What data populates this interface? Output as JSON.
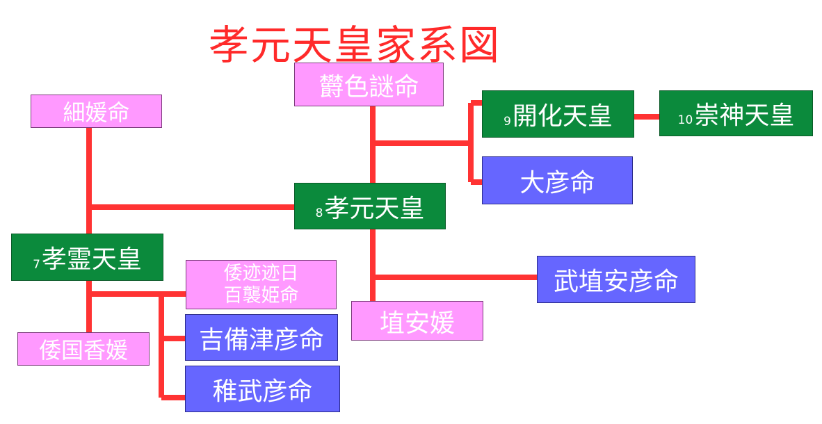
{
  "title": "孝元天皇家系図",
  "people": {
    "kouki": "欝色謎命",
    "hosohime": "細媛命",
    "kaika_num": "9",
    "kaika": "開化天皇",
    "sujin_num": "10",
    "sujin": "崇神天皇",
    "ohiko": "大彦命",
    "kougen_num": "8",
    "kougen": "孝元天皇",
    "kourei_num": "7",
    "kourei": "孝霊天皇",
    "momoso_line1": "倭迹迹日",
    "momoso_line2": "百襲姫命",
    "takehaniyasu": "武埴安彦命",
    "haniyasu": "埴安媛",
    "kibitsu": "吉備津彦命",
    "yamatonokuni": "倭国香媛",
    "wakatake": "稚武彦命"
  },
  "colors": {
    "line": "#ff3333",
    "title": "#ff2a2a",
    "female": "#ff99ff",
    "emperor": "#0b8a3c",
    "male": "#6666ff"
  }
}
